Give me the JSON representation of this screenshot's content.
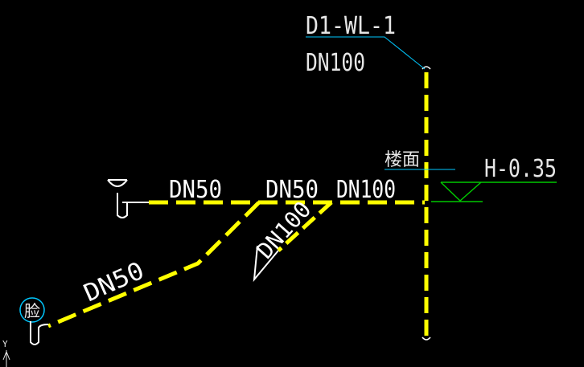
{
  "colors": {
    "background": "#000000",
    "pipe": "#ffff00",
    "text": "#e6e6e6",
    "leader": "#00c8ff",
    "level": "#00c800",
    "fixture": "#ffffff"
  },
  "riser": {
    "tag": "D1-WL-1",
    "size": "DN100"
  },
  "floor": {
    "label": "楼面",
    "elevation": "H-0.35"
  },
  "pipes": {
    "branch_left": "DN50",
    "branch_mid": "DN50",
    "main_right": "DN100",
    "diagonal": "DN100",
    "lower_branch": "DN50"
  },
  "fixtures": {
    "washbasin_label": "脸"
  },
  "ucs": {
    "y_axis": "Y"
  }
}
